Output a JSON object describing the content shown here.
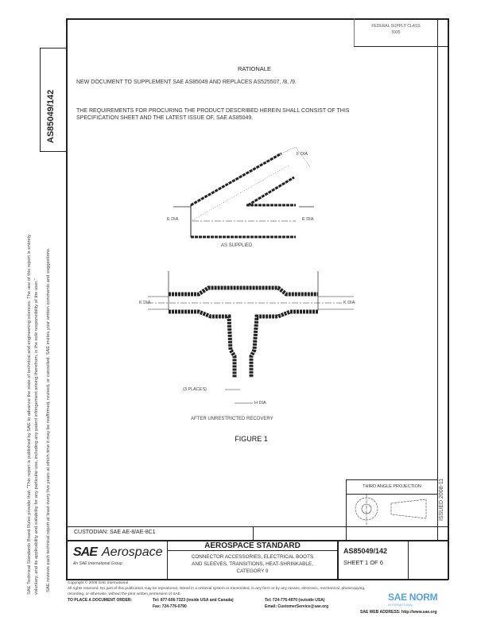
{
  "header": {
    "federal_supply_class_label": "FEDERAL SUPPLY CLASS",
    "federal_supply_class_value": "5935",
    "doc_number_side": "AS85049/142",
    "issued": "ISSUED 2008-11"
  },
  "body": {
    "rationale_title": "RATIONALE",
    "rationale_text": "NEW DOCUMENT TO SUPPLEMENT SAE AS85049 AND REPLACES AS525507, /8, /9.",
    "requirements_line1": "THE REQUIREMENTS FOR PROCURING THE PRODUCT DESCRIBED HEREIN SHALL CONSIST OF THIS",
    "requirements_line2": "SPECIFICATION SHEET AND THE LATEST ISSUE OF, SAE AS85049."
  },
  "figure": {
    "label_f_dia": "F DIA",
    "label_e_dia_left": "E DIA",
    "label_e_dia_right": "E DIA",
    "caption_supplied": "AS SUPPLIED",
    "label_k_dia_left": "K DIA",
    "label_k_dia_right": "K DIA",
    "label_3_places": "(3 PLACES)",
    "label_h_dia": "H DIA",
    "caption_recovered": "AFTER UNRESTRICTED RECOVERY",
    "title": "FIGURE 1"
  },
  "projection": {
    "label": "THIRD ANGLE PROJECTION"
  },
  "custodian": "CUSTODIAN: SAE AE-8/AE-8C1",
  "title_block": {
    "logo_sae": "SAE",
    "logo_aerospace": "Aerospace",
    "logo_tagline": "An SAE International Group",
    "standard_type": "AEROSPACE STANDARD",
    "title_line1": "CONNECTOR ACCESSORIES, ELECTRICAL BOOTS",
    "title_line2": "AND SLEEVES, TRANSITIONS, HEAT-SHRINKABLE,",
    "title_line3": "CATEGORY 9",
    "doc_number": "AS85049/142",
    "sheet": "SHEET 1 OF 6"
  },
  "side_notice": {
    "line1": "SAE Technical Standards Board Rules provide that: \"This report is published by SAE to advance the state of technical and engineering sciences. The use of this report is entirely",
    "line2": "voluntary, and its applicability and suitability for any particular use, including any patent infringement arising therefrom, is the sole responsibility of the user.\"",
    "line3": "SAE reviews each technical report at least every five years at which time it may be reaffirmed, revised, or cancelled. SAE invites your written comments and suggestions."
  },
  "footer": {
    "copyright": "Copyright © 2008 SAE International",
    "rights1": "All rights reserved. No part of this publication may be reproduced, stored in a retrieval system or transmitted, in any form or by any means, electronic, mechanical, photocopying,",
    "rights2": "recording, or otherwise, without the prior written permission of SAE.",
    "order_label": "TO PLACE A DOCUMENT ORDER:",
    "tel_us": "Tel: 877-606-7323 (inside USA and Canada)",
    "tel_outside": "Tel: 724-776-4970 (outside USA)",
    "fax": "Fax: 724-776-0790",
    "email": "Email: CustomerService@sae.org",
    "web": "SAE WEB ADDRESS: http://www.sae.org"
  },
  "watermark": {
    "text": "SAE NORM",
    "sub": "INTERNATIONAL",
    "color": "#3a8fd8"
  }
}
